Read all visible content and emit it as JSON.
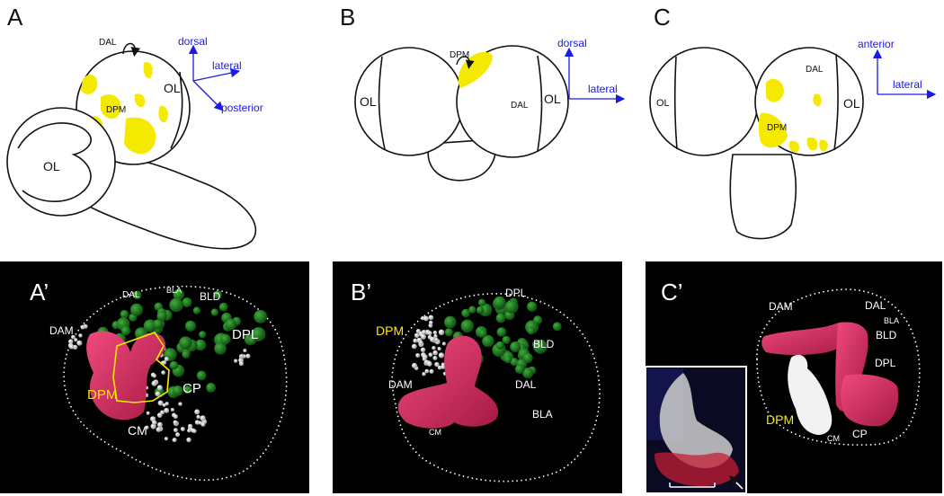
{
  "panels": {
    "A": {
      "letter": "A",
      "labels": {
        "dal": "DAL",
        "ol1": "OL",
        "dpm": "DPM",
        "ol2": "OL"
      },
      "axes": {
        "up": "dorsal",
        "right": "lateral",
        "down": "posterior"
      }
    },
    "B": {
      "letter": "B",
      "labels": {
        "dpm": "DPM",
        "ol_left": "OL",
        "dal": "DAL",
        "ol_right": "OL"
      },
      "axes": {
        "up": "dorsal",
        "right": "lateral"
      }
    },
    "C": {
      "letter": "C",
      "labels": {
        "ol_left": "OL",
        "dal": "DAL",
        "dpm": "DPM",
        "ol_right": "OL"
      },
      "axes": {
        "up": "anterior",
        "right": "lateral"
      }
    },
    "A_prime": {
      "letter": "A’",
      "labels": {
        "dal": "DAL",
        "bla": "BLA",
        "bld": "BLD",
        "dam": "DAM",
        "dpl": "DPL",
        "dpm": "DPM",
        "cp": "CP",
        "cm": "CM"
      }
    },
    "B_prime": {
      "letter": "B’",
      "labels": {
        "dpl": "DPL",
        "dpm": "DPM",
        "bld": "BLD",
        "dam": "DAM",
        "dal": "DAL",
        "bla": "BLA",
        "cm": "CM"
      }
    },
    "C_prime": {
      "letter": "C’",
      "labels": {
        "dam": "DAM",
        "dal": "DAL",
        "bla": "BLA",
        "bld": "BLD",
        "dpl": "DPL",
        "dpm": "DPM",
        "cm": "CM",
        "cp": "CP"
      }
    }
  },
  "colors": {
    "neuropil_yellow": "#f4ea00",
    "axis_blue": "#1a1ae6",
    "mesh_pink": "#d92d64",
    "cell_green": "#1e6b22",
    "highlight_yellow": "#ffe600"
  }
}
